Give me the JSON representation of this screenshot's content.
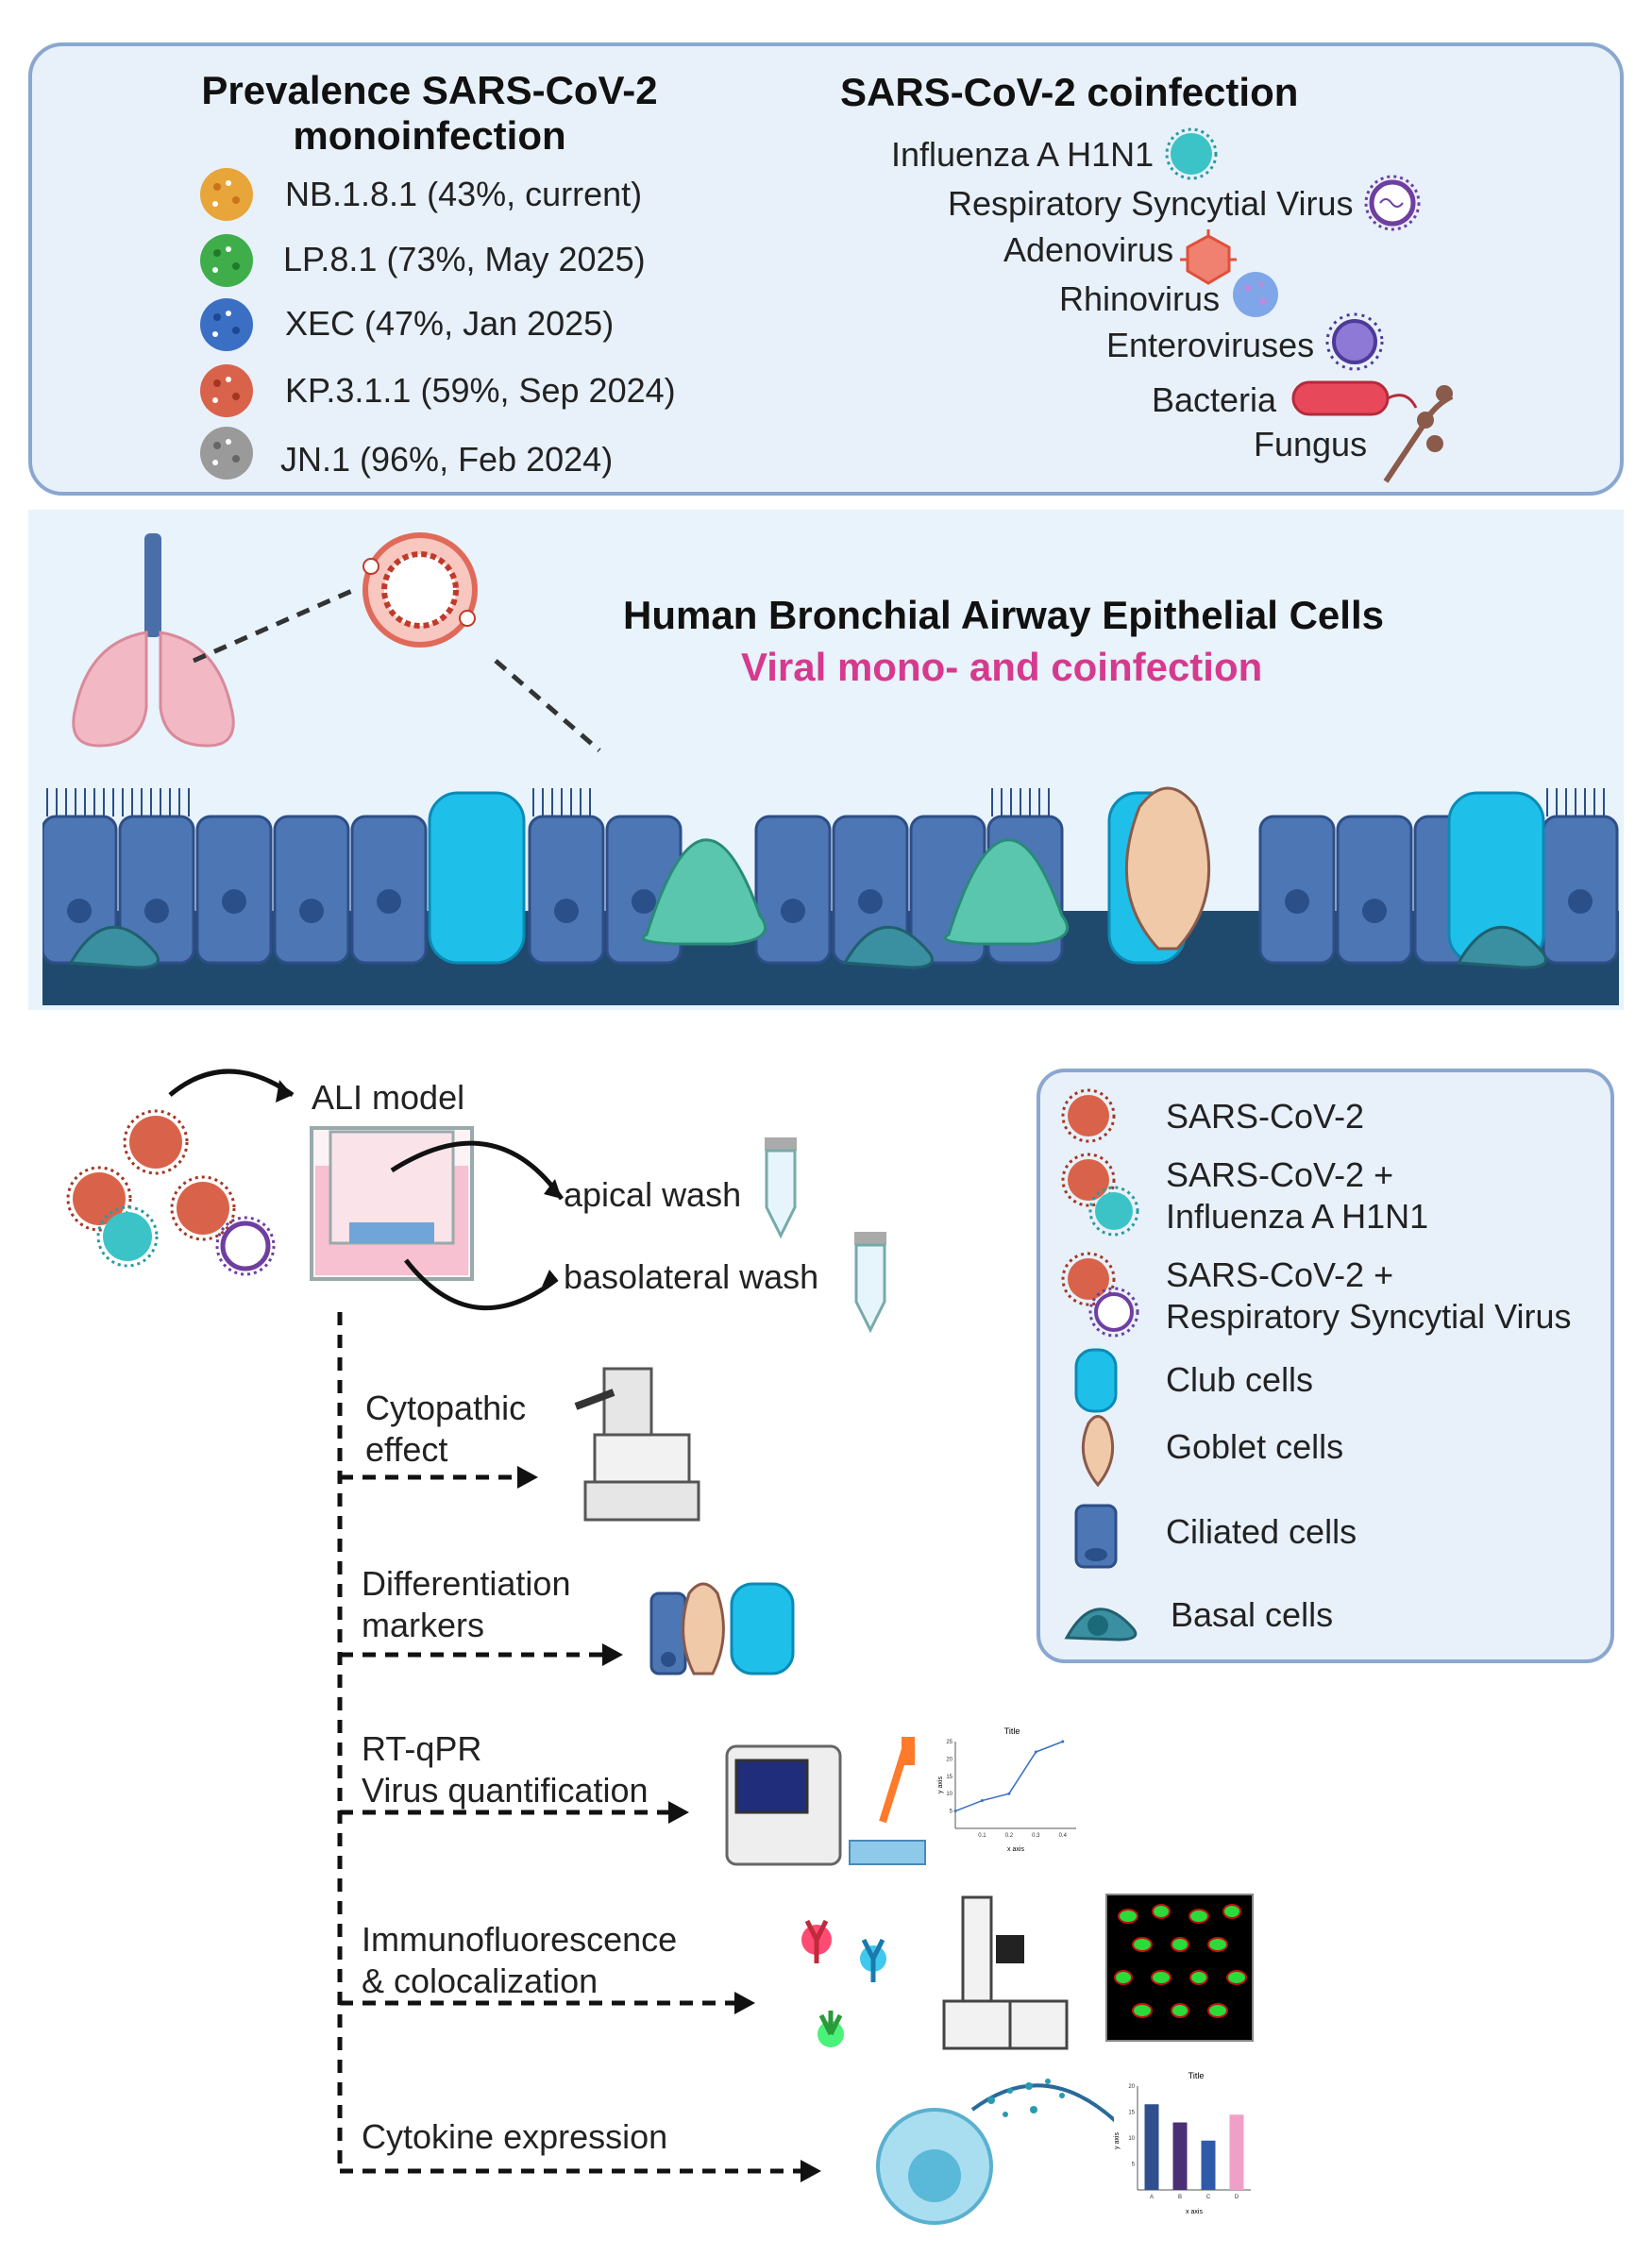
{
  "prevalence": {
    "title_line1": "Prevalence SARS-CoV-2",
    "title_line2": "monoinfection",
    "variants": [
      {
        "label": "NB.1.8.1 (43%, current)",
        "color": "#e8a53a"
      },
      {
        "label": "LP.8.1 (73%, May 2025)",
        "color": "#3fae4a"
      },
      {
        "label": "XEC (47%, Jan 2025)",
        "color": "#3a6fc4"
      },
      {
        "label": "KP.3.1.1 (59%, Sep 2024)",
        "color": "#d9634a"
      },
      {
        "label": "JN.1 (96%, Feb 2024)",
        "color": "#9a9a9a"
      }
    ]
  },
  "coinfection": {
    "title": "SARS-CoV-2 coinfection",
    "items": {
      "h1n1": "Influenza A H1N1",
      "rsv": "Respiratory Syncytial Virus",
      "adeno": "Adenovirus",
      "rhino": "Rhinovirus",
      "entero": "Enteroviruses",
      "bacteria": "Bacteria",
      "fungus": "Fungus"
    }
  },
  "airway": {
    "title": "Human Bronchial Airway Epithelial Cells",
    "subtitle": "Viral mono- and coinfection",
    "subtitle_color": "#d63a8e"
  },
  "workflow": {
    "ali_label": "ALI model",
    "apical": "apical wash",
    "basolateral": "basolateral wash",
    "steps": {
      "cpe_1": "Cytopathic",
      "cpe_2": "effect",
      "diff_1": "Differentiation",
      "diff_2": "markers",
      "pcr_1": "RT-qPR",
      "pcr_2": "Virus quantification",
      "if_1": "Immunofluorescence",
      "if_2": "& colocalization",
      "cyto": "Cytokine expression"
    }
  },
  "legend": {
    "sars": "SARS-CoV-2",
    "sars_h1n1_1": "SARS-CoV-2 +",
    "sars_h1n1_2": "Influenza A H1N1",
    "sars_rsv_1": "SARS-CoV-2 +",
    "sars_rsv_2": "Respiratory Syncytial Virus",
    "club": "Club cells",
    "goblet": "Goblet cells",
    "ciliated": "Ciliated cells",
    "basal": "Basal cells"
  },
  "chart_data": [
    {
      "type": "line",
      "title": "Title",
      "xlabel": "x axis",
      "ylabel": "y axis",
      "x": [
        0.0,
        0.1,
        0.2,
        0.3,
        0.4
      ],
      "y": [
        5,
        8,
        10,
        22,
        25
      ],
      "ylim": [
        0,
        25
      ],
      "xticks": [
        "0.1",
        "0.2",
        "0.3",
        "0.4"
      ],
      "yticks": [
        "5",
        "10",
        "15",
        "20",
        "25"
      ]
    },
    {
      "type": "bar",
      "title": "Title",
      "xlabel": "x axis",
      "ylabel": "y axis",
      "categories": [
        "A",
        "B",
        "C",
        "D"
      ],
      "values": [
        16.5,
        13,
        9.5,
        14.5
      ],
      "colors": [
        "#2f4f8f",
        "#4a2f75",
        "#2f5aa8",
        "#f0a0c8"
      ],
      "ylim": [
        0,
        20
      ],
      "yticks": [
        "5",
        "10",
        "15",
        "20"
      ]
    }
  ]
}
